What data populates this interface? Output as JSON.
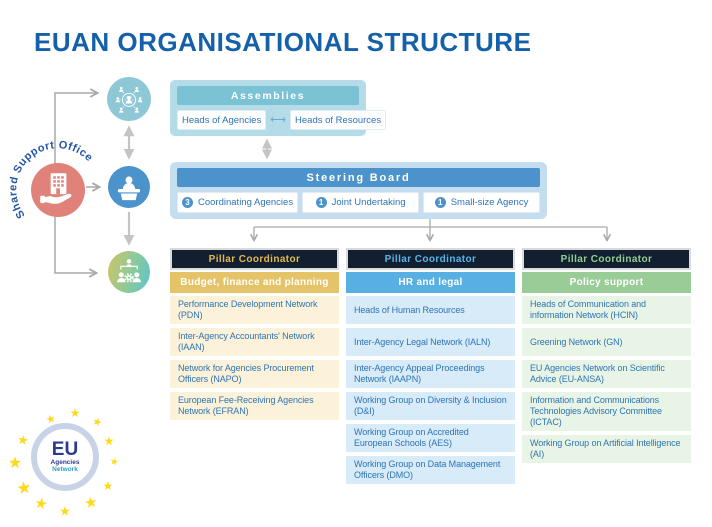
{
  "title": "EUAN ORGANISATIONAL STRUCTURE",
  "left_cluster": {
    "sso_label": "Shared Support Office"
  },
  "assemblies": {
    "title": "Assemblies",
    "left_box": "Heads of Agencies",
    "arrow": "⟷",
    "right_box": "Heads of Resources"
  },
  "steering": {
    "title": "Steering Board",
    "items": [
      {
        "count": "3",
        "label": "Coordinating Agencies"
      },
      {
        "count": "1",
        "label": "Joint Undertaking"
      },
      {
        "count": "1",
        "label": "Small-size Agency"
      }
    ]
  },
  "pillars": [
    {
      "coordinator": "Pillar Coordinator",
      "name": "Budget, finance and planning",
      "accent": "#E3B94F",
      "band": "#E5C368",
      "item_bg": "#FCF2D9",
      "items": [
        "Performance Development Network (PDN)",
        "Inter-Agency Accountants' Network (IAAN)",
        "Network for Agencies Procurement Officers (NAPO)",
        "European Fee-Receiving Agencies Network (EFRAN)"
      ]
    },
    {
      "coordinator": "Pillar Coordinator",
      "name": "HR and legal",
      "accent": "#57B5E8",
      "band": "#57AFE2",
      "item_bg": "#D7EBF8",
      "items": [
        "Heads of Human Resources",
        "Inter-Agency Legal Network (IALN)",
        "Inter-Agency Appeal Proceedings Network (IAAPN)",
        "Working Group on Diversity & Inclusion (D&I)",
        "Working Group on Accredited European Schools (AES)",
        "Working Group on Data Management Officers (DMO)"
      ]
    },
    {
      "coordinator": "Pillar Coordinator",
      "name": "Policy support",
      "accent": "#93CD90",
      "band": "#9ACC97",
      "item_bg": "#E8F4E5",
      "items": [
        "Heads of Communication and information Network (HCIN)",
        "Greening Network (GN)",
        "EU Agencies Network on Scientific Advice (EU-ANSA)",
        "Information and Communications Technologies Advisory Committee (ICTAC)",
        "Working Group on Artificial Intelligence (AI)"
      ]
    }
  ],
  "logo": {
    "line1": "EU",
    "line2": "Agencies",
    "line3": "Network"
  },
  "colors": {
    "title_blue": "#1561A9",
    "assemblies_header": "#7CC2D5",
    "steering_header": "#4D93CB",
    "box_text_blue": "#2E74B5",
    "coordinator_box_bg": "#121F31",
    "sso_coral": "#E1827A",
    "circle_teal": "#8EC8D6",
    "circle_blue": "#4D93CB",
    "connector_gray": "#A9A9A9",
    "logo_navy": "#2B3990",
    "star_yellow": "#FFD91C"
  }
}
